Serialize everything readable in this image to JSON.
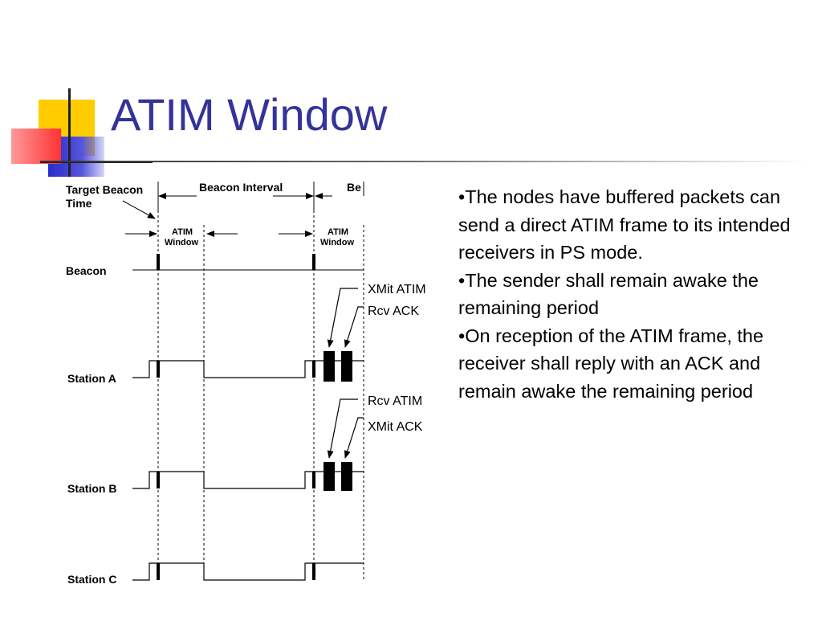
{
  "slide": {
    "title": "ATIM Window",
    "bullets": [
      "•The nodes have buffered packets can send  a direct ATIM frame to its intended receivers in PS mode.",
      "•The sender shall remain awake the remaining period",
      "•On reception of the ATIM frame, the receiver shall reply with an ACK and remain awake the remaining period"
    ]
  },
  "diagram": {
    "target_beacon_time": [
      "Target Beacon",
      "Time"
    ],
    "beacon_interval": "Beacon Interval",
    "beacon_interval_cut": "Be",
    "atim_window": [
      "ATIM",
      "Window"
    ],
    "rows": [
      "Beacon",
      "Station A",
      "Station B",
      "Station C"
    ],
    "annotations_a": [
      "XMit ATIM",
      "Rcv ACK"
    ],
    "annotations_b": [
      "Rcv ATIM",
      "XMit ACK"
    ]
  },
  "colors": {
    "title": "#333399",
    "deco_yellow": "#ffcc00",
    "deco_blue": "#3333cc",
    "deco_red": "#ff3333"
  }
}
